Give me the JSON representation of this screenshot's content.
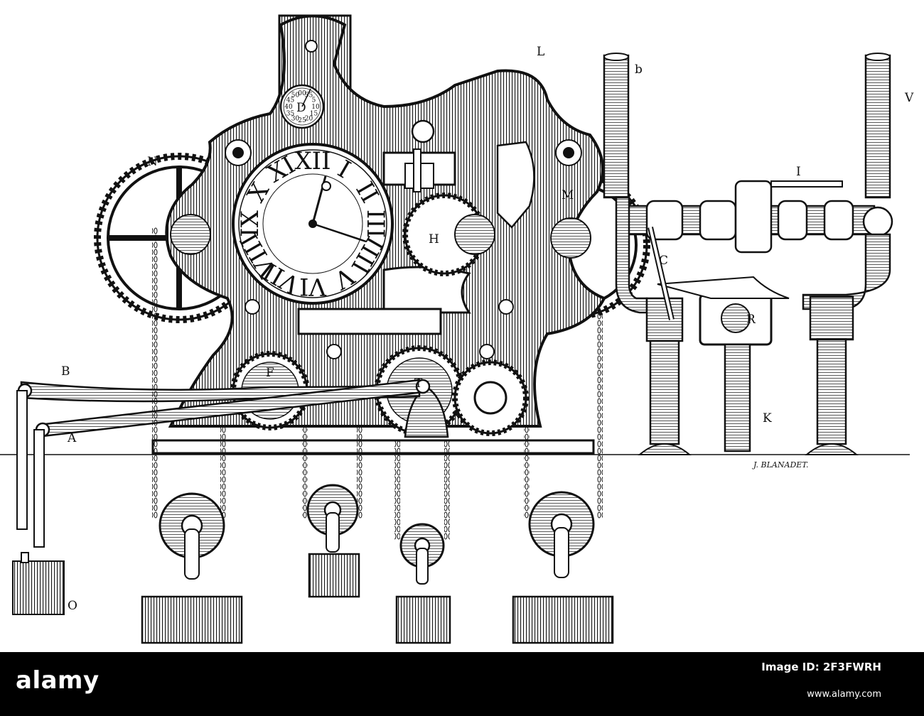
{
  "figure": {
    "labels": {
      "B": "B",
      "A": "A",
      "D": "D",
      "N": "N",
      "M": "M",
      "H": "H",
      "F": "F",
      "T": "T",
      "C": "C",
      "R": "R",
      "K": "K",
      "I": "I",
      "L": "L",
      "b": "b",
      "V": "V",
      "O": "O"
    },
    "clock_numerals": [
      "XII",
      "I",
      "II",
      "III",
      "IIII",
      "V",
      "VI",
      "VII",
      "VIII",
      "IX",
      "X",
      "XI"
    ],
    "small_dial_numbers": [
      "00",
      "55",
      "5",
      "10",
      "15",
      "20",
      "25",
      "30",
      "35",
      "40",
      "45",
      "50"
    ],
    "signature": "J. BLANADET."
  },
  "footer": {
    "logo": "alamy",
    "image_id": "Image ID: 2F3FWRH",
    "site": "www.alamy.com"
  },
  "colors": {
    "ink": "#111111",
    "paper": "#ffffff",
    "footer_bg": "#000000"
  }
}
